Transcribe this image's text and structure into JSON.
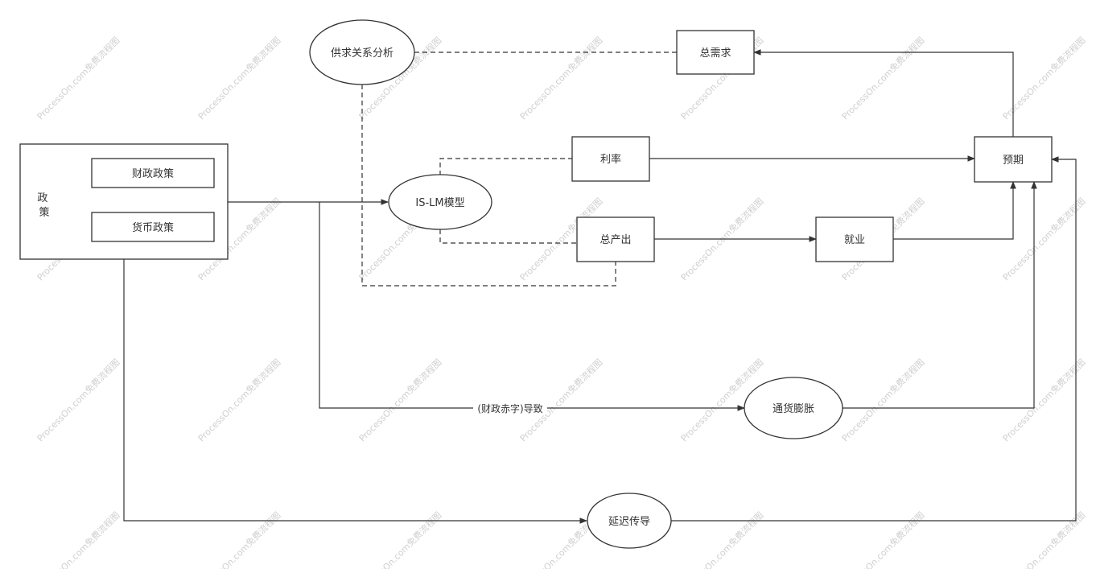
{
  "watermark": "ProcessOn.com免费流程图",
  "colors": {
    "stroke": "#333333",
    "text": "#333333",
    "watermark": "#cfcfcf"
  },
  "nodes": {
    "policy_group": {
      "label": "政\n策"
    },
    "fiscal_policy": {
      "label": "财政政策"
    },
    "monetary_policy": {
      "label": "货币政策"
    },
    "supply_demand": {
      "label": "供求关系分析"
    },
    "islm": {
      "label": "IS-LM模型"
    },
    "interest_rate": {
      "label": "利率"
    },
    "total_output": {
      "label": "总产出"
    },
    "employment": {
      "label": "就业"
    },
    "total_demand": {
      "label": "总需求"
    },
    "expectation": {
      "label": "预期"
    },
    "inflation": {
      "label": "通货膨胀"
    },
    "lag": {
      "label": "延迟传导"
    }
  },
  "edges": {
    "deficit_label": "(财政赤字)导致"
  }
}
